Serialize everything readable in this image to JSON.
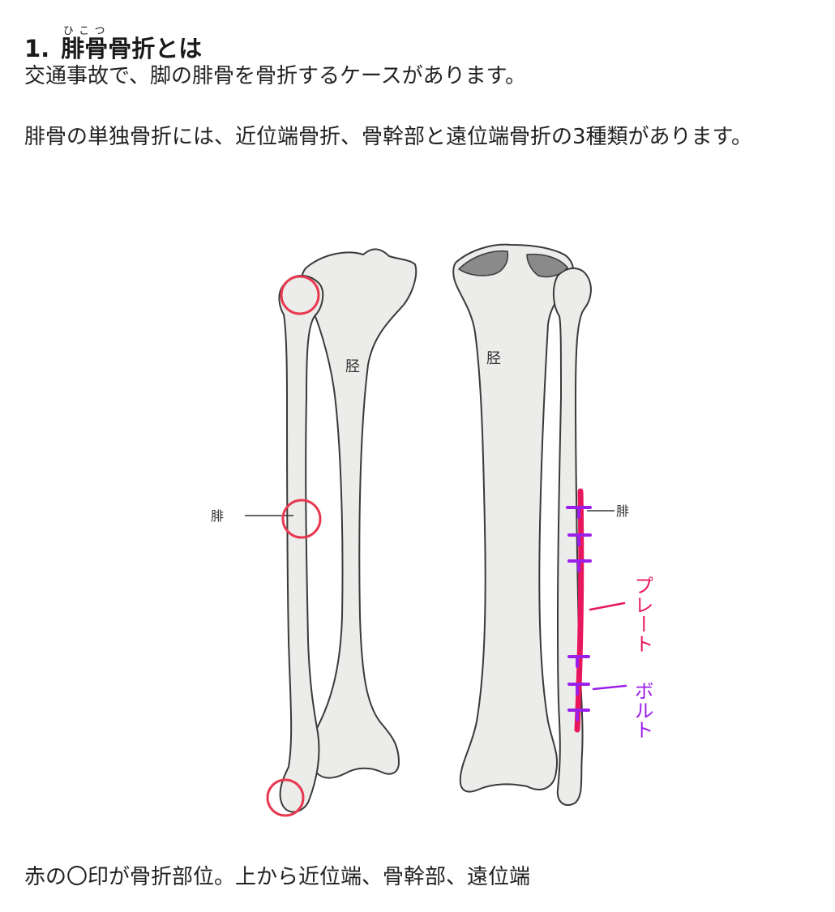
{
  "heading": {
    "number": "1.",
    "title_ruby_base": "腓骨",
    "title_ruby_reading": "ひこつ",
    "title_rest": "骨折とは"
  },
  "paragraphs": {
    "p1": "交通事故で、脚の腓骨を骨折するケースがあります。",
    "p2": "腓骨の単独骨折には、近位端骨折、骨幹部と遠位端骨折の3種類があります。"
  },
  "figure": {
    "left_tibia_label": "胫",
    "left_fibula_label": "腓",
    "right_tibia_label": "胫",
    "right_fibula_label": "腓",
    "plate_label": "プレート",
    "bolt_label": "ボルト",
    "colors": {
      "bone_fill": "#ececea",
      "bone_outline": "#3a3a3a",
      "fracture_circle": "#e8384f",
      "plate": "#e8175d",
      "bolt": "#9b1fe8",
      "cartilage": "#8a8a8a"
    }
  },
  "caption": "赤の〇印が骨折部位。上から近位端、骨幹部、遠位端"
}
